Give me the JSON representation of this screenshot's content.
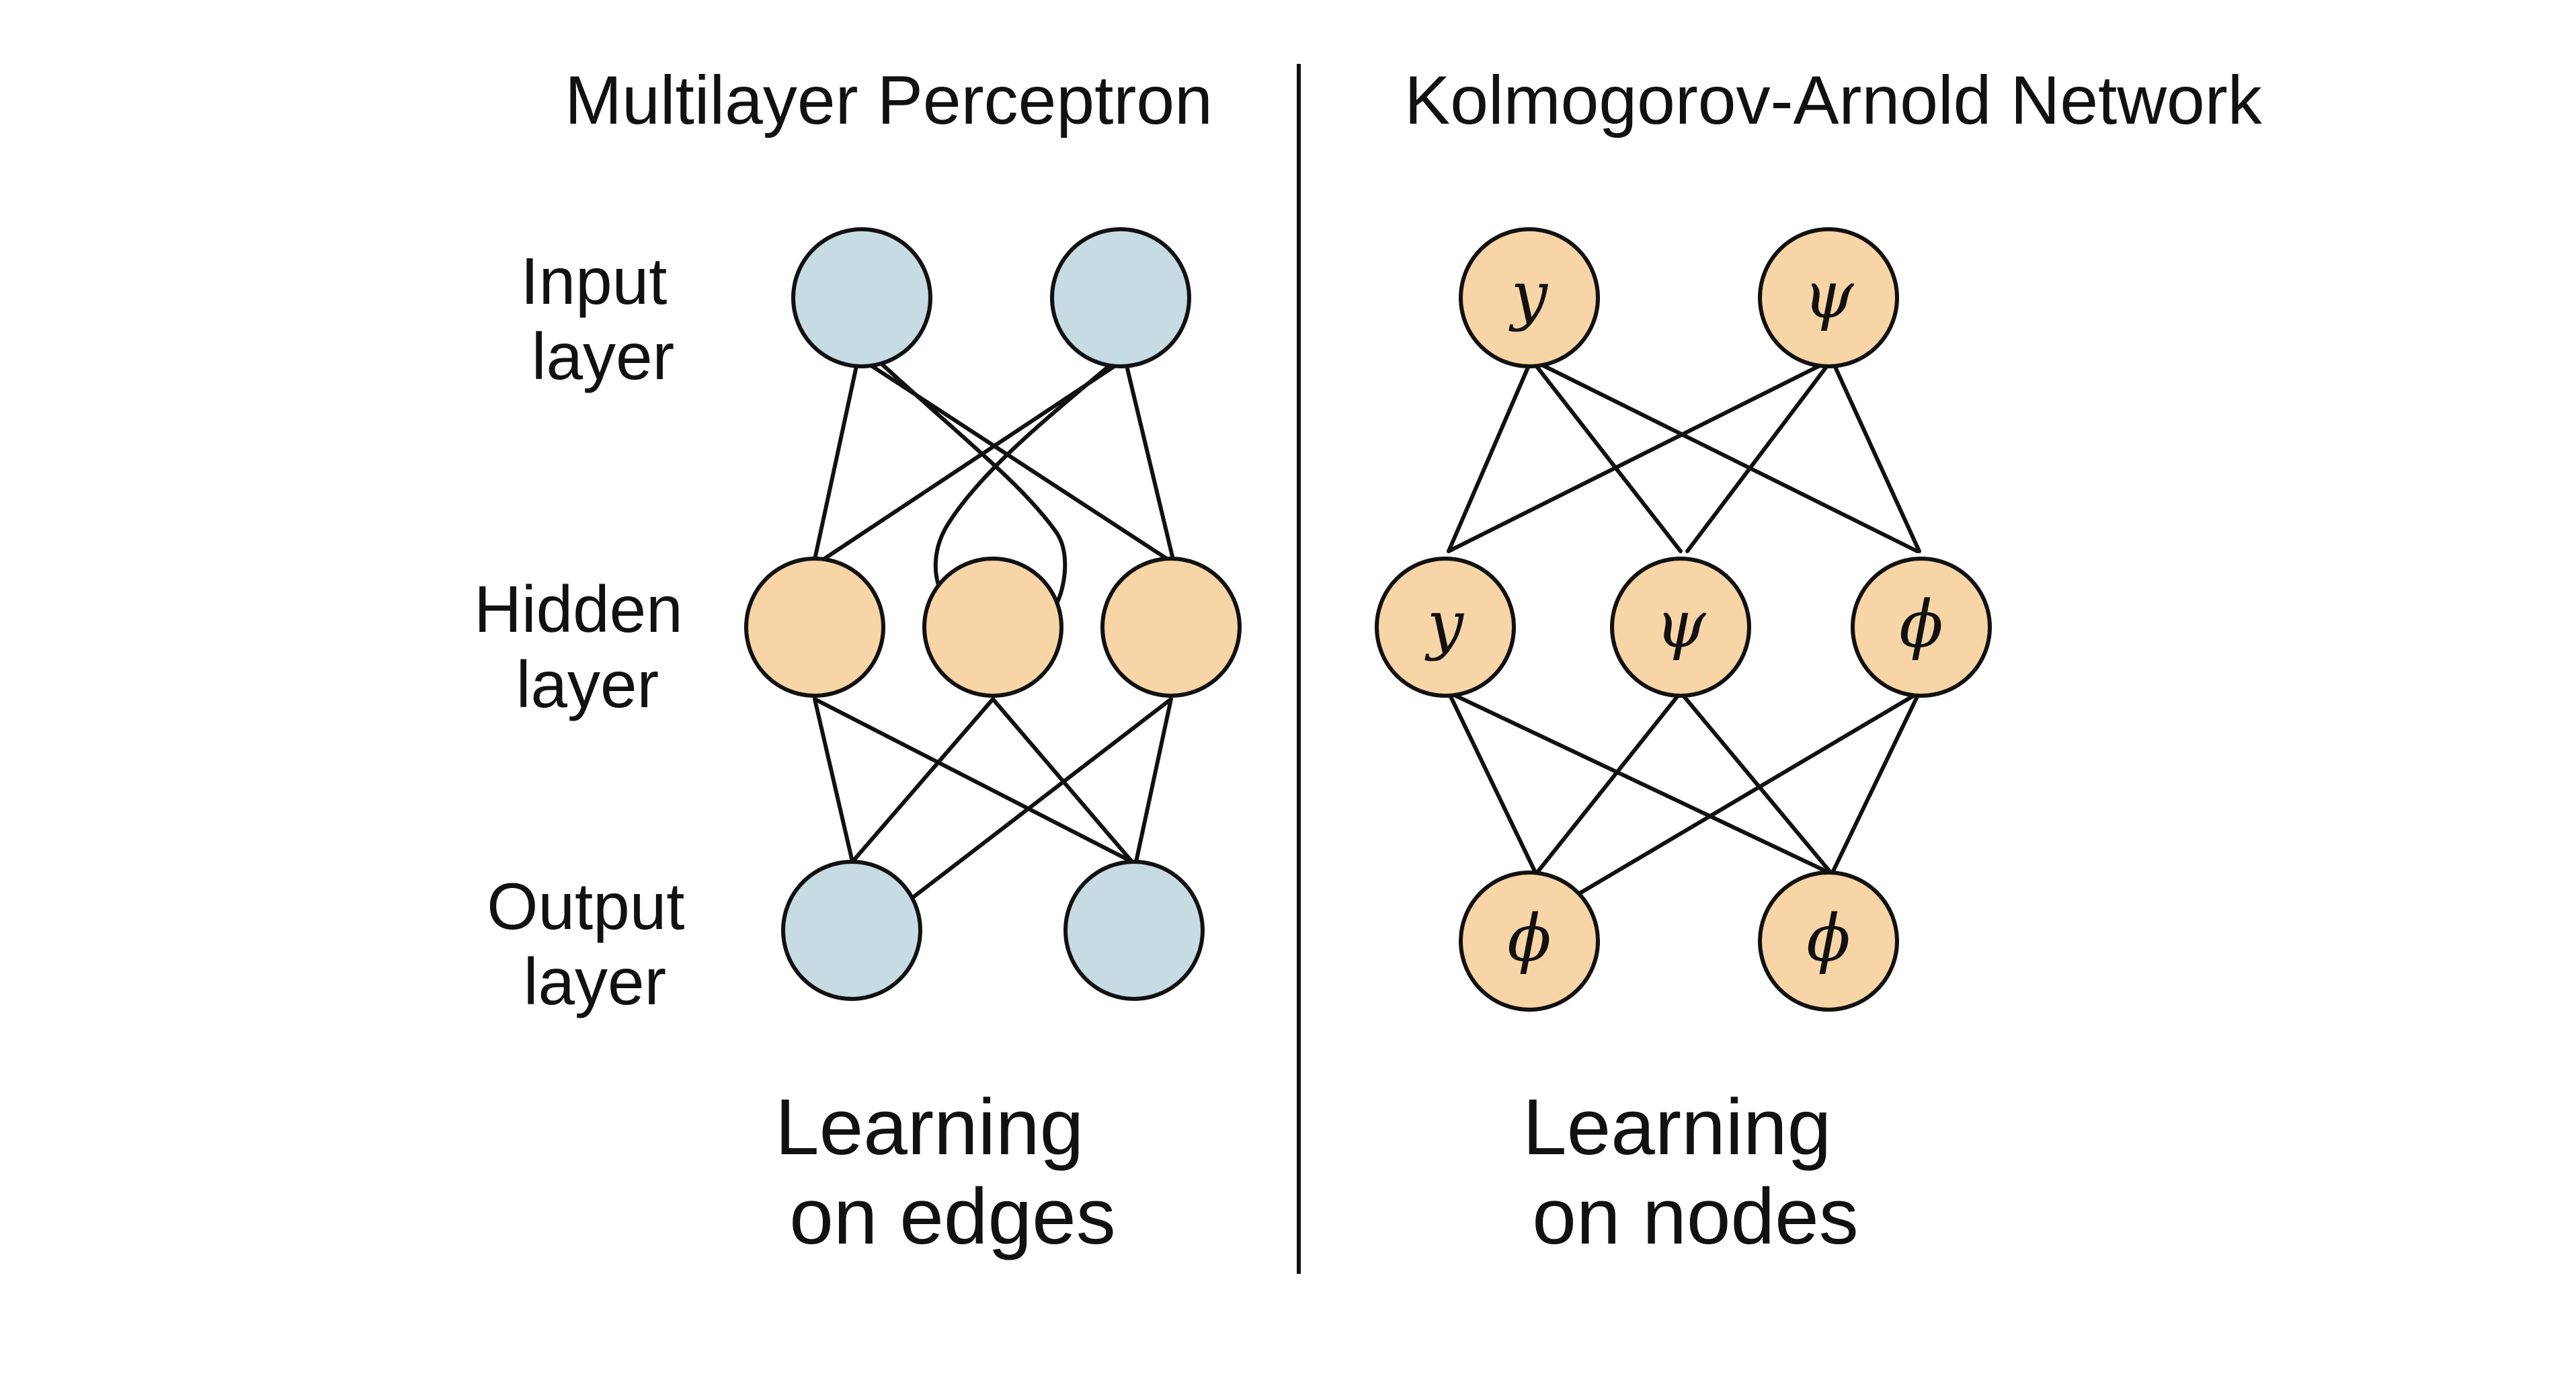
{
  "colors": {
    "input_output_fill": "#c7dbe3",
    "hidden_fill": "#f8d5a6",
    "kan_fill": "#f8d5a6",
    "line": "#111111",
    "background": "#ffffff"
  },
  "mlp": {
    "title": "Multilayer Perceptron",
    "labels": {
      "input": [
        "Input",
        "layer"
      ],
      "hidden": [
        "Hidden",
        "layer"
      ],
      "output": [
        "Output",
        "layer"
      ]
    },
    "caption": [
      "Learning",
      "on edges"
    ],
    "layers": {
      "input": 2,
      "hidden": 3,
      "output": 2
    }
  },
  "kan": {
    "title": "Kolmogorov-Arnold Network",
    "caption": [
      "Learning",
      "on nodes"
    ],
    "layers": {
      "input": [
        "y",
        "ψ"
      ],
      "hidden": [
        "y",
        "ψ",
        "ϕ"
      ],
      "output": [
        "ϕ",
        "ϕ"
      ]
    }
  }
}
